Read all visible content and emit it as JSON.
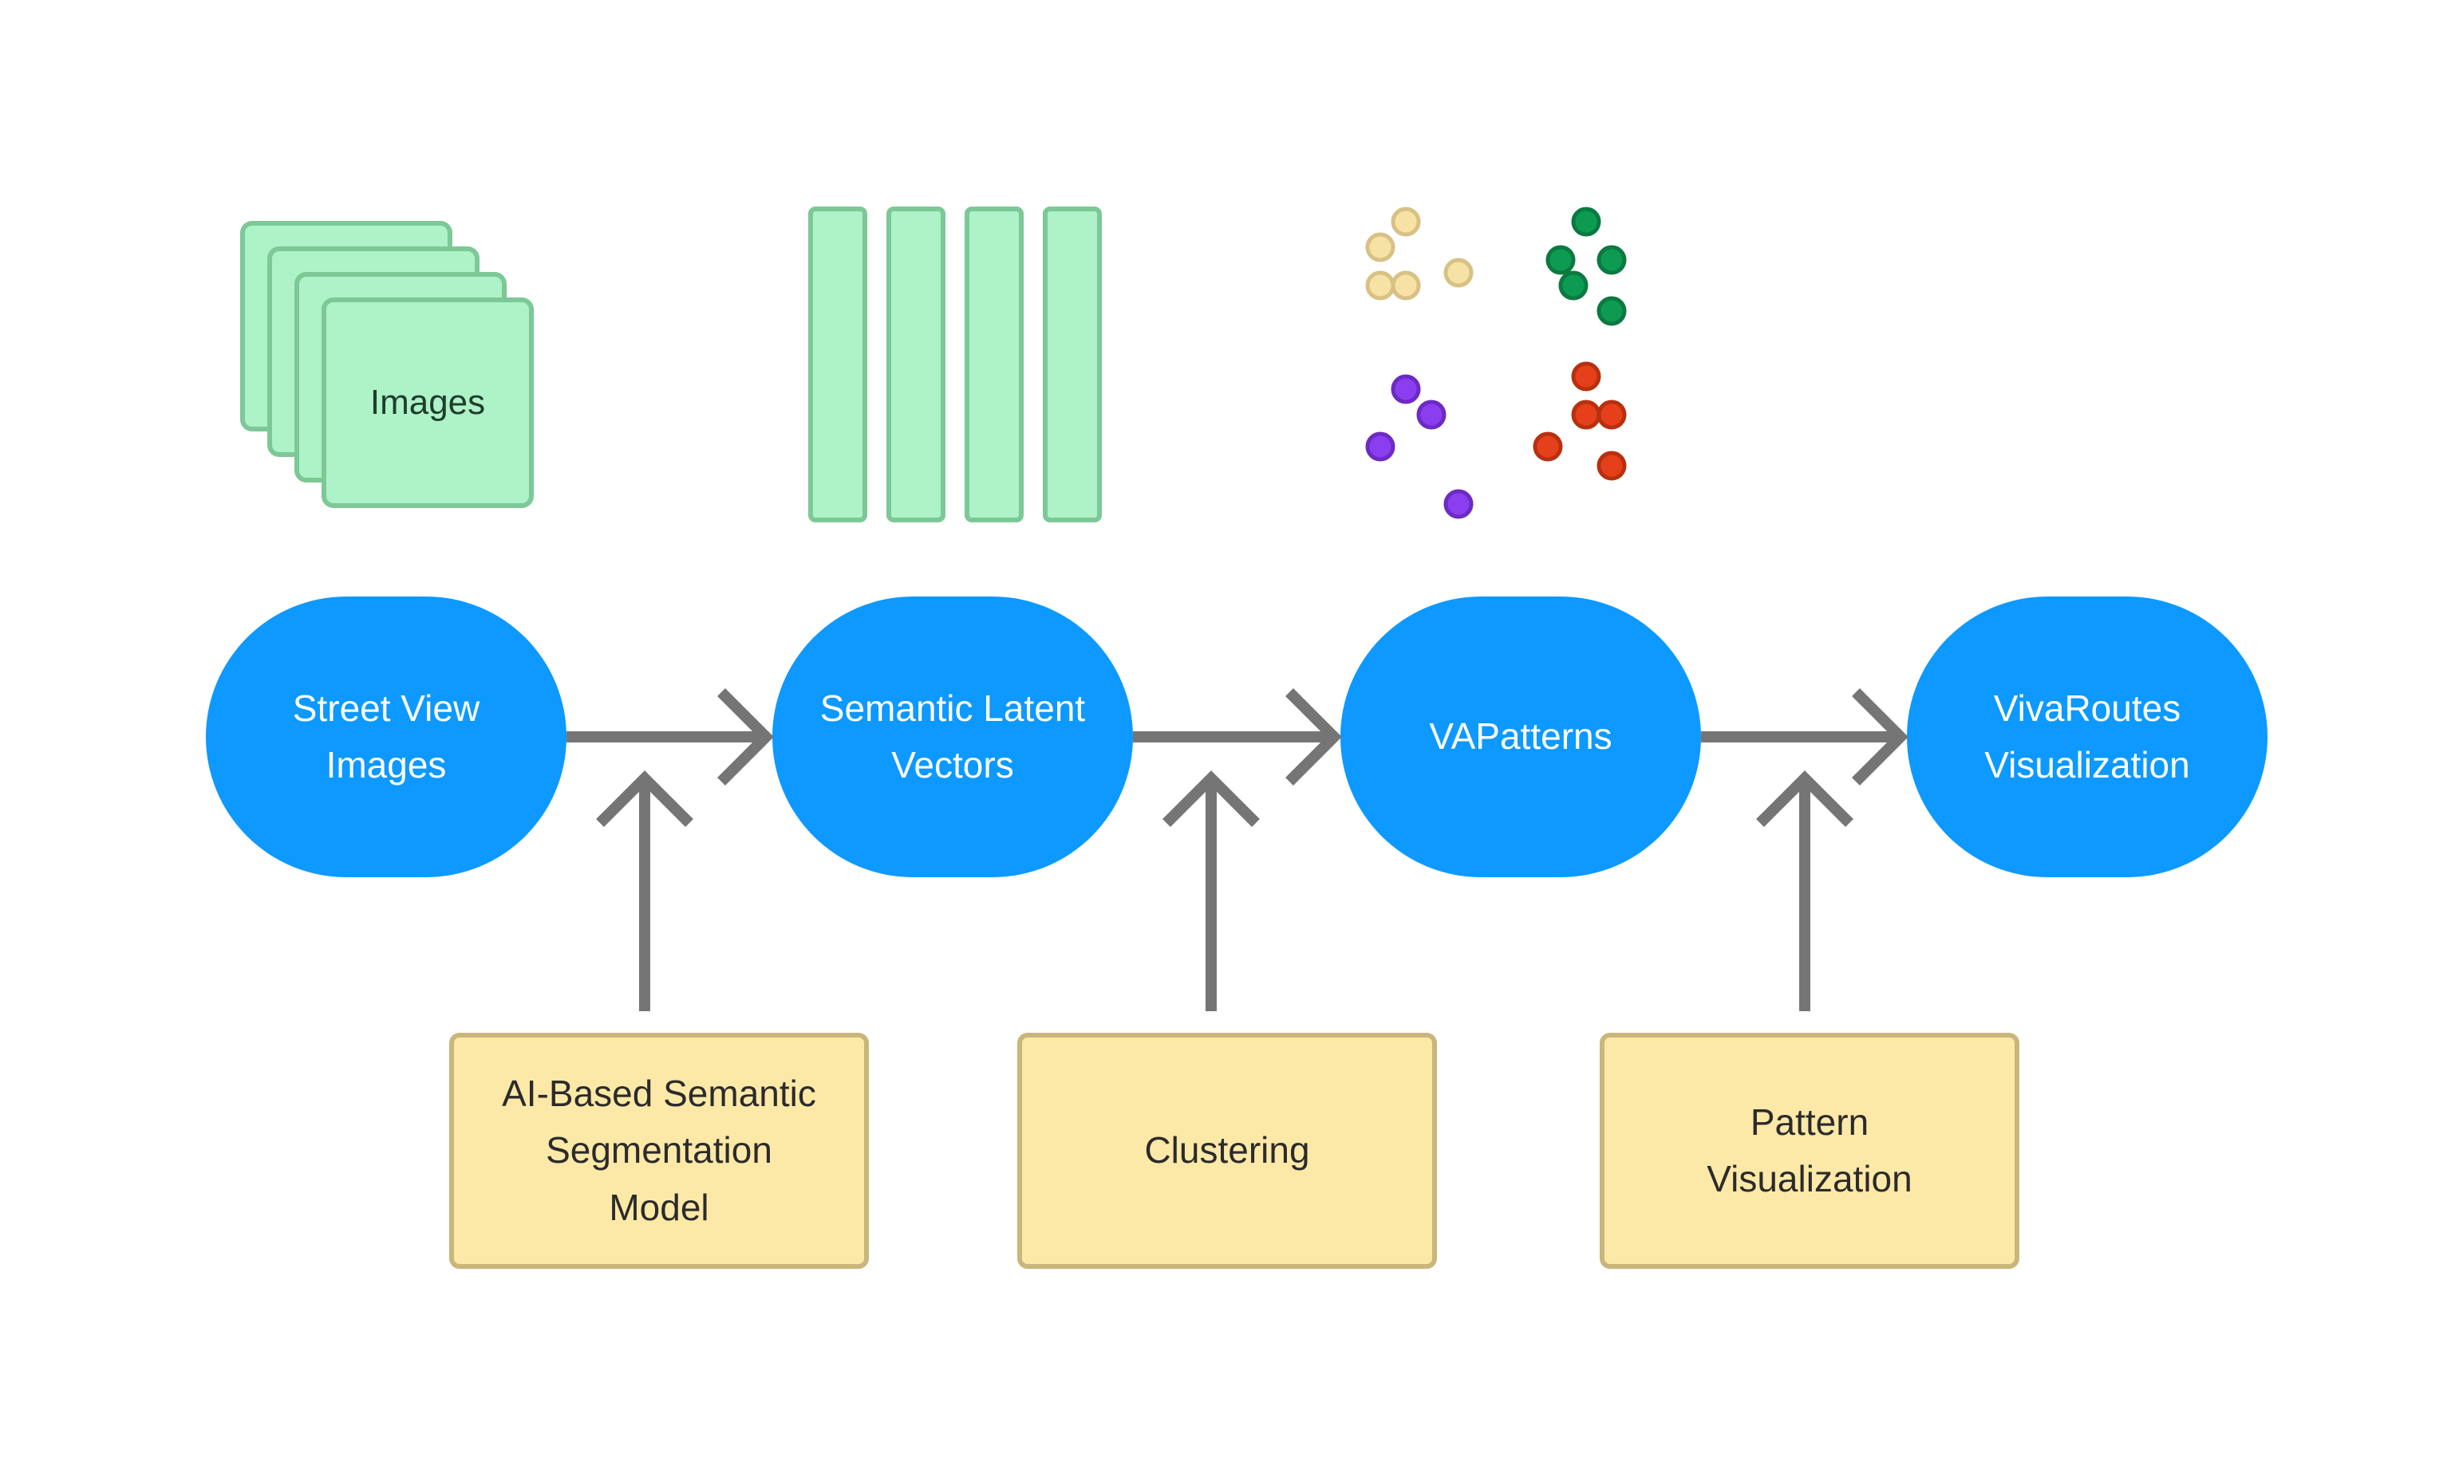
{
  "stages": [
    {
      "id": "street",
      "label": "Street View\nImages"
    },
    {
      "id": "latent",
      "label": "Semantic Latent\nVectors"
    },
    {
      "id": "patterns",
      "label": "VAPatterns"
    },
    {
      "id": "vivaroutes",
      "label": "VivaRoutes\nVisualization"
    }
  ],
  "processes": [
    {
      "id": "segmentation",
      "label": "AI-Based Semantic\nSegmentation\nModel"
    },
    {
      "id": "clustering",
      "label": "Clustering"
    },
    {
      "id": "pattern-viz",
      "label": "Pattern\nVisualization"
    }
  ],
  "images_stack_label": "Images",
  "cluster_colors": {
    "yellow": "#f7e2a6",
    "green": "#0d9b52",
    "purple": "#8b3ef0",
    "red": "#e5401b"
  },
  "colors": {
    "pill": "#0d99ff",
    "process_fill": "#fde9a7",
    "process_border": "#c9b67a",
    "green_fill": "#aef2c8",
    "green_border": "#7cc896",
    "arrow": "#757575"
  }
}
